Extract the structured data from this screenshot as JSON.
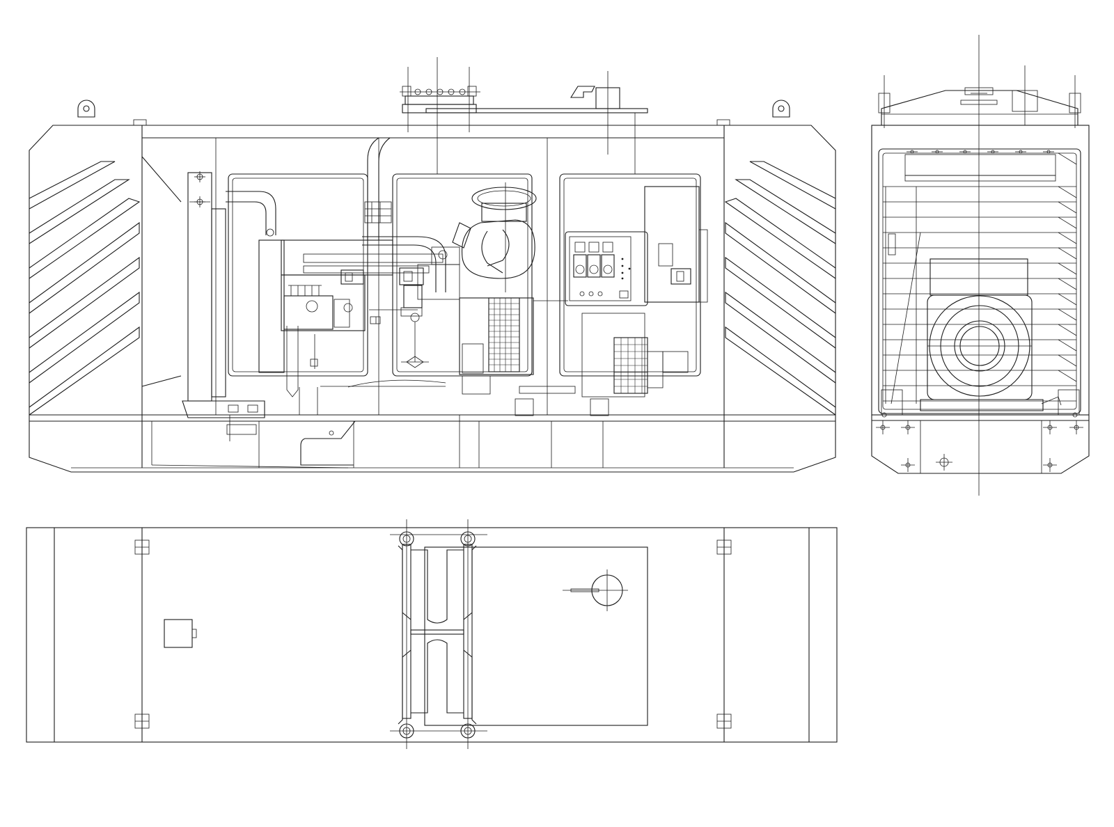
{
  "drawing": {
    "colors": {
      "line": "#1a1a1a",
      "background": "#ffffff"
    },
    "views": [
      {
        "id": "side-elevation"
      },
      {
        "id": "end-elevation"
      },
      {
        "id": "plan-view"
      }
    ]
  }
}
